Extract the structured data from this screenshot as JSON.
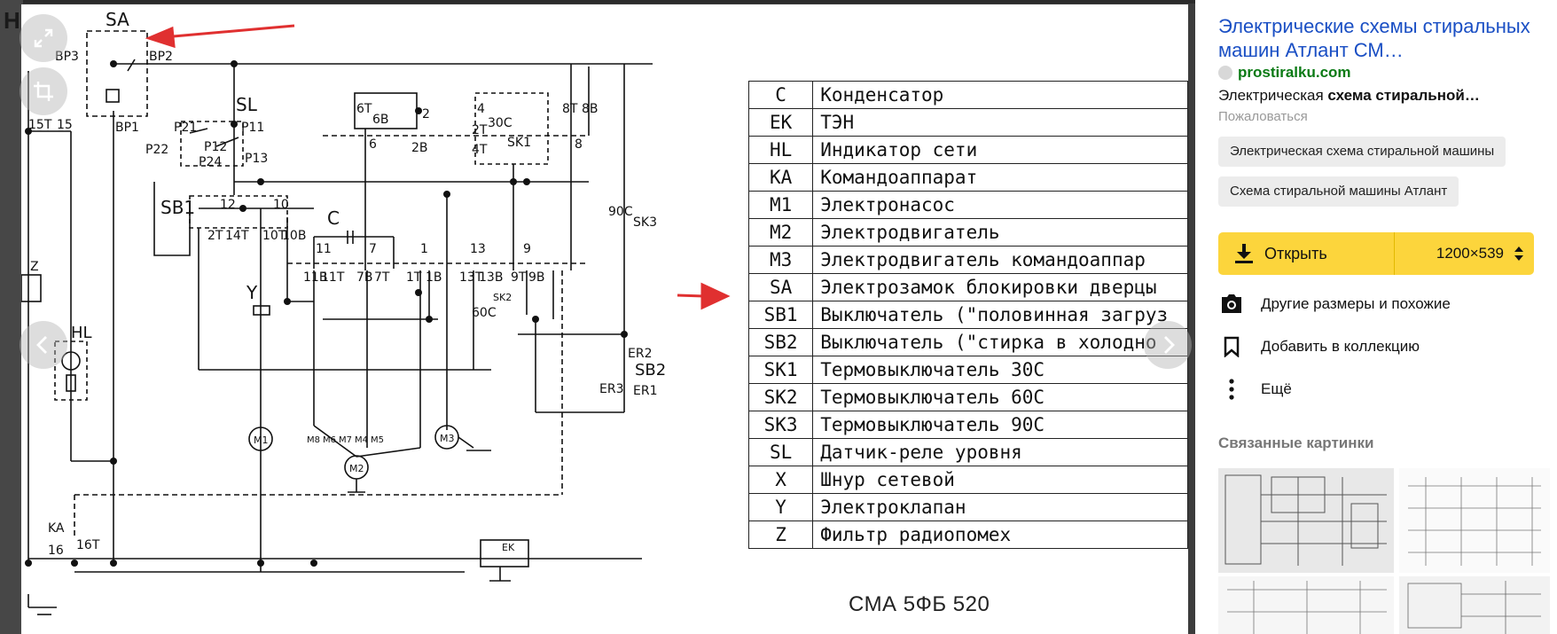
{
  "viewer": {
    "edge_text": "Н",
    "legend_rows": [
      {
        "code": "C",
        "desc": "Конденсатор"
      },
      {
        "code": "EK",
        "desc": "ТЭН"
      },
      {
        "code": "HL",
        "desc": "Индикатор сети"
      },
      {
        "code": "KA",
        "desc": "Командоаппарат"
      },
      {
        "code": "M1",
        "desc": "Электронасос"
      },
      {
        "code": "M2",
        "desc": "Электродвигатель"
      },
      {
        "code": "M3",
        "desc": "Электродвигатель командоаппар"
      },
      {
        "code": "SA",
        "desc": "Электрозамок блокировки дверцы"
      },
      {
        "code": "SB1",
        "desc": "Выключатель (\"половинная загруз"
      },
      {
        "code": "SB2",
        "desc": "Выключатель (\"стирка в холодно"
      },
      {
        "code": "SK1",
        "desc": "Термовыключатель 30С"
      },
      {
        "code": "SK2",
        "desc": "Термовыключатель 60С"
      },
      {
        "code": "SK3",
        "desc": "Термовыключатель 90С"
      },
      {
        "code": "SL",
        "desc": "Датчик-реле уровня"
      },
      {
        "code": "X",
        "desc": "Шнур сетевой"
      },
      {
        "code": "Y",
        "desc": "Электроклапан"
      },
      {
        "code": "Z",
        "desc": "Фильтр радиопомех"
      }
    ],
    "caption": "СМА 5ФБ 520",
    "labels": {
      "sa": "SA",
      "bp3": "BP3",
      "bp2": "BP2",
      "bp1": "BP1",
      "sl": "SL",
      "p21": "P21",
      "p11": "P11",
      "p22": "P22",
      "p12": "P12",
      "p24": "P24",
      "p13": "P13",
      "t15t": "15T",
      "t15": "15",
      "sb1": "SB1",
      "n12": "12",
      "n10": "10",
      "n2t": "2T",
      "n14t": "14T",
      "n10t": "10T",
      "n10b": "10B",
      "c": "C",
      "n11": "11",
      "n7": "7",
      "n1": "1",
      "n13": "13",
      "n9": "9",
      "n11b": "11B",
      "n11t": "11T",
      "n7b": "7B",
      "n7t": "7T",
      "n1t": "1T",
      "n1b": "1B",
      "n13t": "13T",
      "n13b": "13B",
      "n9t": "9T",
      "n9b": "9B",
      "n6t": "6T",
      "n6b": "6B",
      "n2": "2",
      "n6": "6",
      "n2b": "2B",
      "n4": "4",
      "n30c": "30C",
      "n2tb": "2T",
      "n4t": "4T",
      "sk1": "SK1",
      "n8t": "8T",
      "n8b": "8B",
      "n8": "8",
      "n90c": "90C",
      "sk3": "SK3",
      "sk2": "SK2",
      "n60c": "60C",
      "z": "Z",
      "hl": "HL",
      "y": "Y",
      "m1": "M1",
      "m2": "M2",
      "m3": "M3",
      "m8": "M8",
      "m6": "M6",
      "m7": "M7",
      "m4": "M4",
      "m5": "M5",
      "er2": "ER2",
      "sb2": "SB2",
      "er3": "ER3",
      "er1": "ER1",
      "ka": "KA",
      "n16": "16",
      "n16t": "16T",
      "ek": "EK"
    }
  },
  "sidebar": {
    "title": "Электрические схемы стиральных машин Атлант СМ…",
    "domain": "prostiralku.com",
    "desc_plain": "Электрическая ",
    "desc_bold": "схема стиральной…",
    "report": "Пожаловаться",
    "tags": [
      "Электрическая схема стиральной машины",
      "Схема стиральной машины Атлант"
    ],
    "open_label": "Открыть",
    "size_value": "1200×539",
    "actions": [
      {
        "label": "Другие размеры и похожие",
        "icon": "camera-icon"
      },
      {
        "label": "Добавить в коллекцию",
        "icon": "bookmark-icon"
      },
      {
        "label": "Ещё",
        "icon": "more-vertical-icon"
      }
    ],
    "related_heading": "Связанные картинки"
  },
  "colors": {
    "accent_yellow": "#fcd53c",
    "link_blue": "#1a4fc4",
    "domain_green": "#0a7a14",
    "arrow_red": "#e03030"
  }
}
